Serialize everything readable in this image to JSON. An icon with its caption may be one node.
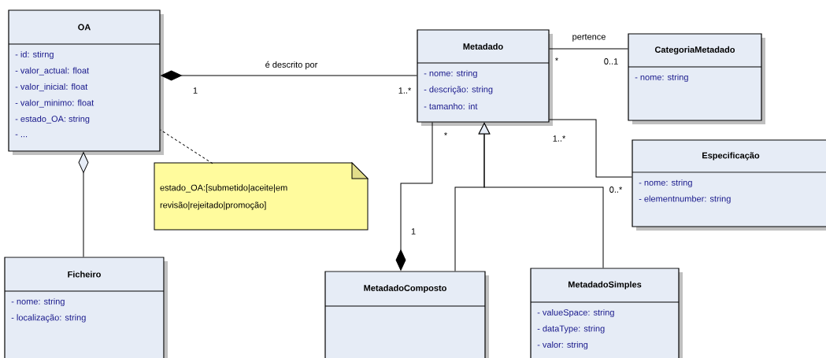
{
  "diagram": {
    "nodes": [
      {
        "text": [
          "OA",
          "- id: stirng",
          "- valor_actual: float",
          "- valor_inicial: float",
          "- valor_minimo: float",
          "- estado_OA: string",
          "- ..."
        ]
      },
      {
        "text": [
          "Metadado",
          "- nome: string",
          "- descrição: string",
          "- tamanho: int"
        ]
      },
      {
        "text": [
          "CategoriaMetadado",
          "- nome: string"
        ]
      },
      {
        "text": [
          "Especificação",
          "- nome: string",
          "- elementnumber: string"
        ]
      },
      {
        "text": [
          "estado_OA:[submetido|aceite|em revisão|rejeitado|promoção]"
        ]
      },
      {
        "text": [
          "Ficheiro",
          "- nome: string",
          "- localização: string"
        ]
      },
      {
        "text": [
          "MetadadoComposto"
        ]
      },
      {
        "text": [
          "MetadadoSimples",
          "- valueSpace: string",
          "- dataType: string",
          "- valor: string"
        ]
      }
    ],
    "edges": [
      {
        "from": 0,
        "to": 1,
        "arrow": "other",
        "label": "é descrito por"
      },
      {
        "from": 1,
        "to": 2,
        "arrow": "none",
        "label": "pertence"
      },
      {
        "from": 1,
        "to": 3,
        "arrow": "none"
      },
      {
        "from": 6,
        "to": 1,
        "arrow": "other"
      },
      {
        "from": 6,
        "to": 1,
        "arrow": "to"
      },
      {
        "from": 7,
        "to": 1,
        "arrow": "to"
      },
      {
        "from": 0,
        "to": 5,
        "arrow": "other"
      },
      {
        "from": 4,
        "to": 0,
        "arrow": "none",
        "style": "dashed"
      }
    ],
    "labels": [
      "*",
      "0..1",
      "1",
      "1..*",
      "*",
      "1..*",
      "0..*",
      "1"
    ]
  }
}
